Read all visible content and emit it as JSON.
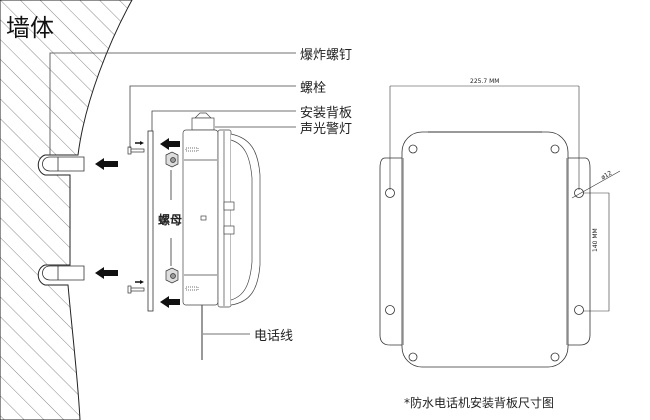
{
  "title": "墙体",
  "labels": {
    "explosion_screw": "爆炸螺钉",
    "bolt": "螺栓",
    "backplate": "安装背板",
    "alarm_light": "声光警灯",
    "nut": "螺母",
    "phone_line": "电话线"
  },
  "dimensions": {
    "width": "225.7 MM",
    "height": "140 MM",
    "hole": "ø12"
  },
  "caption": "*防水电话机安装背板尺寸图"
}
